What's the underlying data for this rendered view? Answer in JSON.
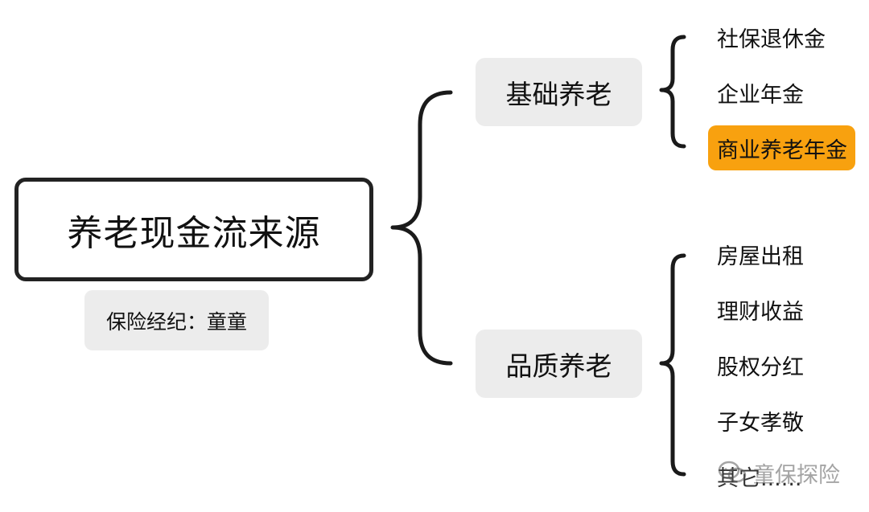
{
  "root": {
    "label": "养老现金流来源"
  },
  "note": {
    "label": "保险经纪：童童"
  },
  "branches": [
    {
      "label": "基础养老",
      "items": [
        "社保退休金",
        "企业年金",
        "商业养老年金"
      ]
    },
    {
      "label": "品质养老",
      "items": [
        "房屋出租",
        "理财收益",
        "股权分红",
        "子女孝敬",
        "其它......"
      ]
    }
  ],
  "highlight_color": "#f8a10f",
  "watermark": {
    "icon": "wechat-icon",
    "text": "童保探险"
  }
}
